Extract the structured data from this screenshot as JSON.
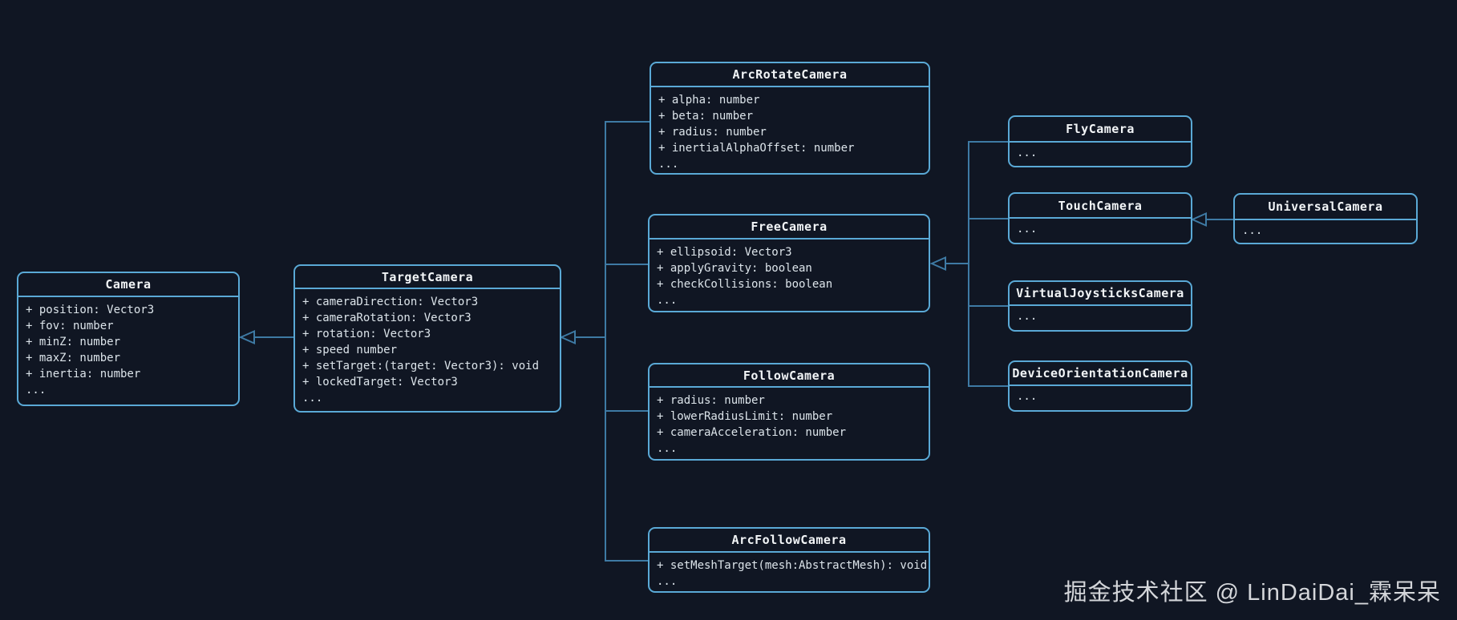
{
  "diagram": {
    "classes": {
      "camera": {
        "title": "Camera",
        "members": [
          "+ position: Vector3",
          "+ fov: number",
          "+ minZ: number",
          "+ maxZ: number",
          "+ inertia: number",
          "..."
        ]
      },
      "target_camera": {
        "title": "TargetCamera",
        "members": [
          "+ cameraDirection: Vector3",
          "+ cameraRotation: Vector3",
          "+ rotation: Vector3",
          "+ speed number",
          "+ setTarget:(target: Vector3): void",
          "+ lockedTarget: Vector3",
          "..."
        ]
      },
      "arc_rotate_camera": {
        "title": "ArcRotateCamera",
        "members": [
          "+ alpha: number",
          "+ beta: number",
          "+ radius: number",
          "+ inertialAlphaOffset: number",
          "..."
        ]
      },
      "free_camera": {
        "title": "FreeCamera",
        "members": [
          "+ ellipsoid: Vector3",
          "+ applyGravity: boolean",
          "+ checkCollisions: boolean",
          "..."
        ]
      },
      "follow_camera": {
        "title": "FollowCamera",
        "members": [
          "+ radius: number",
          "+ lowerRadiusLimit: number",
          "+ cameraAcceleration: number",
          "..."
        ]
      },
      "arc_follow_camera": {
        "title": "ArcFollowCamera",
        "members": [
          "+ setMeshTarget(mesh:AbstractMesh): void",
          "..."
        ]
      },
      "fly_camera": {
        "title": "FlyCamera",
        "members": [
          "..."
        ]
      },
      "touch_camera": {
        "title": "TouchCamera",
        "members": [
          "..."
        ]
      },
      "universal_camera": {
        "title": "UniversalCamera",
        "members": [
          "..."
        ]
      },
      "virtual_joysticks_camera": {
        "title": "VirtualJoysticksCamera",
        "members": [
          "..."
        ]
      },
      "device_orientation_camera": {
        "title": "DeviceOrientationCamera",
        "members": [
          "..."
        ]
      }
    },
    "relations": [
      {
        "from": "TargetCamera",
        "to": "Camera",
        "type": "inheritance"
      },
      {
        "from": "ArcRotateCamera",
        "to": "TargetCamera",
        "type": "inheritance"
      },
      {
        "from": "FreeCamera",
        "to": "TargetCamera",
        "type": "inheritance"
      },
      {
        "from": "FollowCamera",
        "to": "TargetCamera",
        "type": "inheritance"
      },
      {
        "from": "ArcFollowCamera",
        "to": "TargetCamera",
        "type": "inheritance"
      },
      {
        "from": "FlyCamera",
        "to": "FreeCamera",
        "type": "inheritance"
      },
      {
        "from": "TouchCamera",
        "to": "FreeCamera",
        "type": "inheritance"
      },
      {
        "from": "VirtualJoysticksCamera",
        "to": "FreeCamera",
        "type": "inheritance"
      },
      {
        "from": "DeviceOrientationCamera",
        "to": "FreeCamera",
        "type": "inheritance"
      },
      {
        "from": "UniversalCamera",
        "to": "TouchCamera",
        "type": "inheritance"
      }
    ]
  },
  "watermark": {
    "text": "掘金技术社区 @ LinDaiDai_霖呆呆"
  },
  "colors": {
    "background": "#101623",
    "box_border": "#5aa9d6",
    "connector_line": "#3e7aa4",
    "title_text": "#f2f5f7",
    "member_text": "#dce4ea",
    "watermark_text": "#d4d6da"
  }
}
